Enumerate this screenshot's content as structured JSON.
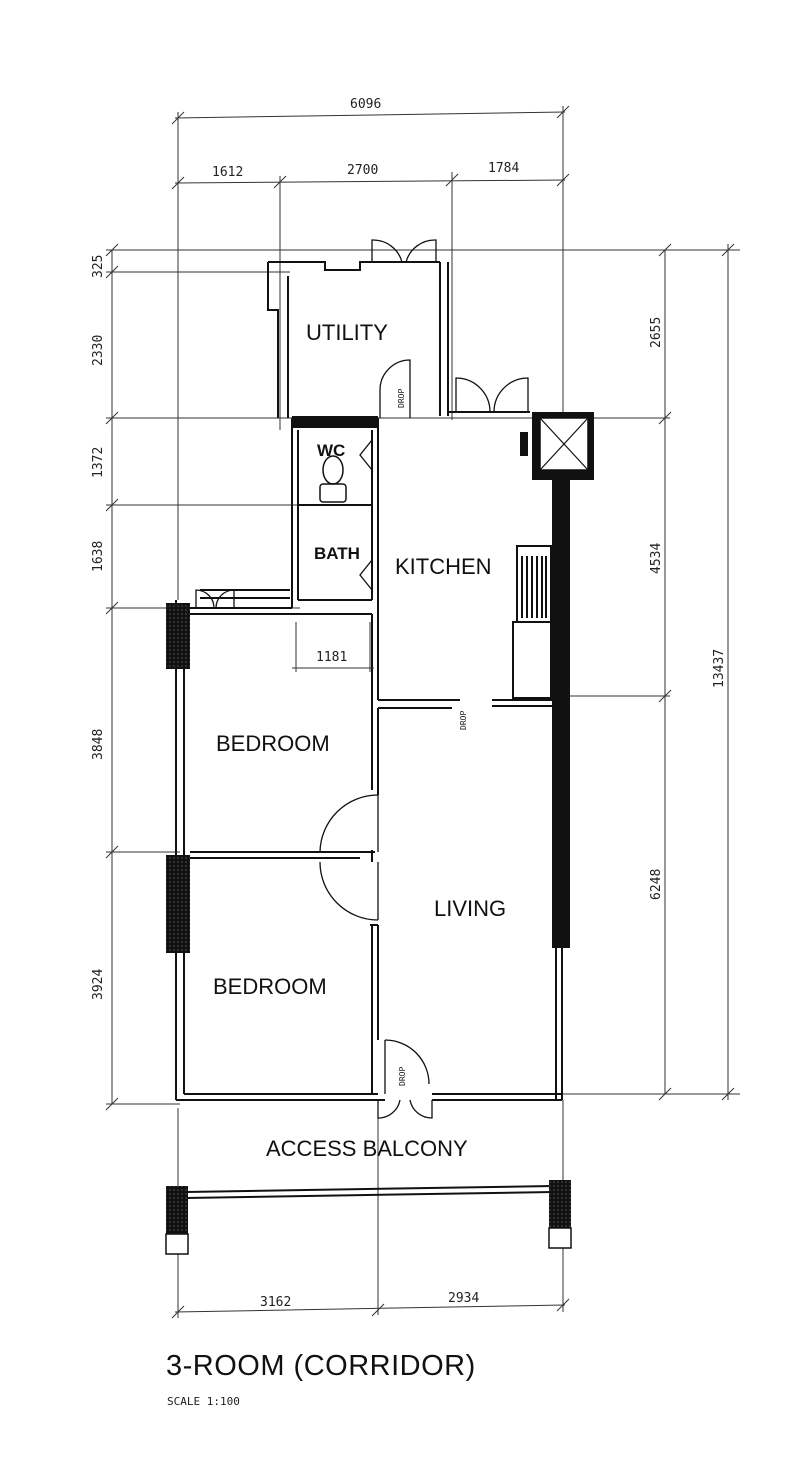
{
  "title": "3-ROOM (CORRIDOR)",
  "scale": "SCALE 1:100",
  "rooms": {
    "utility": "UTILITY",
    "wc": "WC",
    "bath": "BATH",
    "kitchen": "KITCHEN",
    "bedroom_1": "BEDROOM",
    "bedroom_2": "BEDROOM",
    "living": "LIVING",
    "access_balcony": "ACCESS BALCONY"
  },
  "tags": {
    "drop_1": "DROP",
    "drop_2": "DROP",
    "drop_3": "DROP"
  },
  "dimensions": {
    "top_total": "6096",
    "top_a": "1612",
    "top_b": "2700",
    "top_c": "1784",
    "left_a": "325",
    "left_b": "2330",
    "left_c": "1372",
    "left_d": "1638",
    "left_e": "3848",
    "left_f": "3924",
    "right_a": "2655",
    "right_b": "4534",
    "right_c": "6248",
    "right_total": "13437",
    "inner": "1181",
    "bottom_a": "3162",
    "bottom_b": "2934"
  }
}
